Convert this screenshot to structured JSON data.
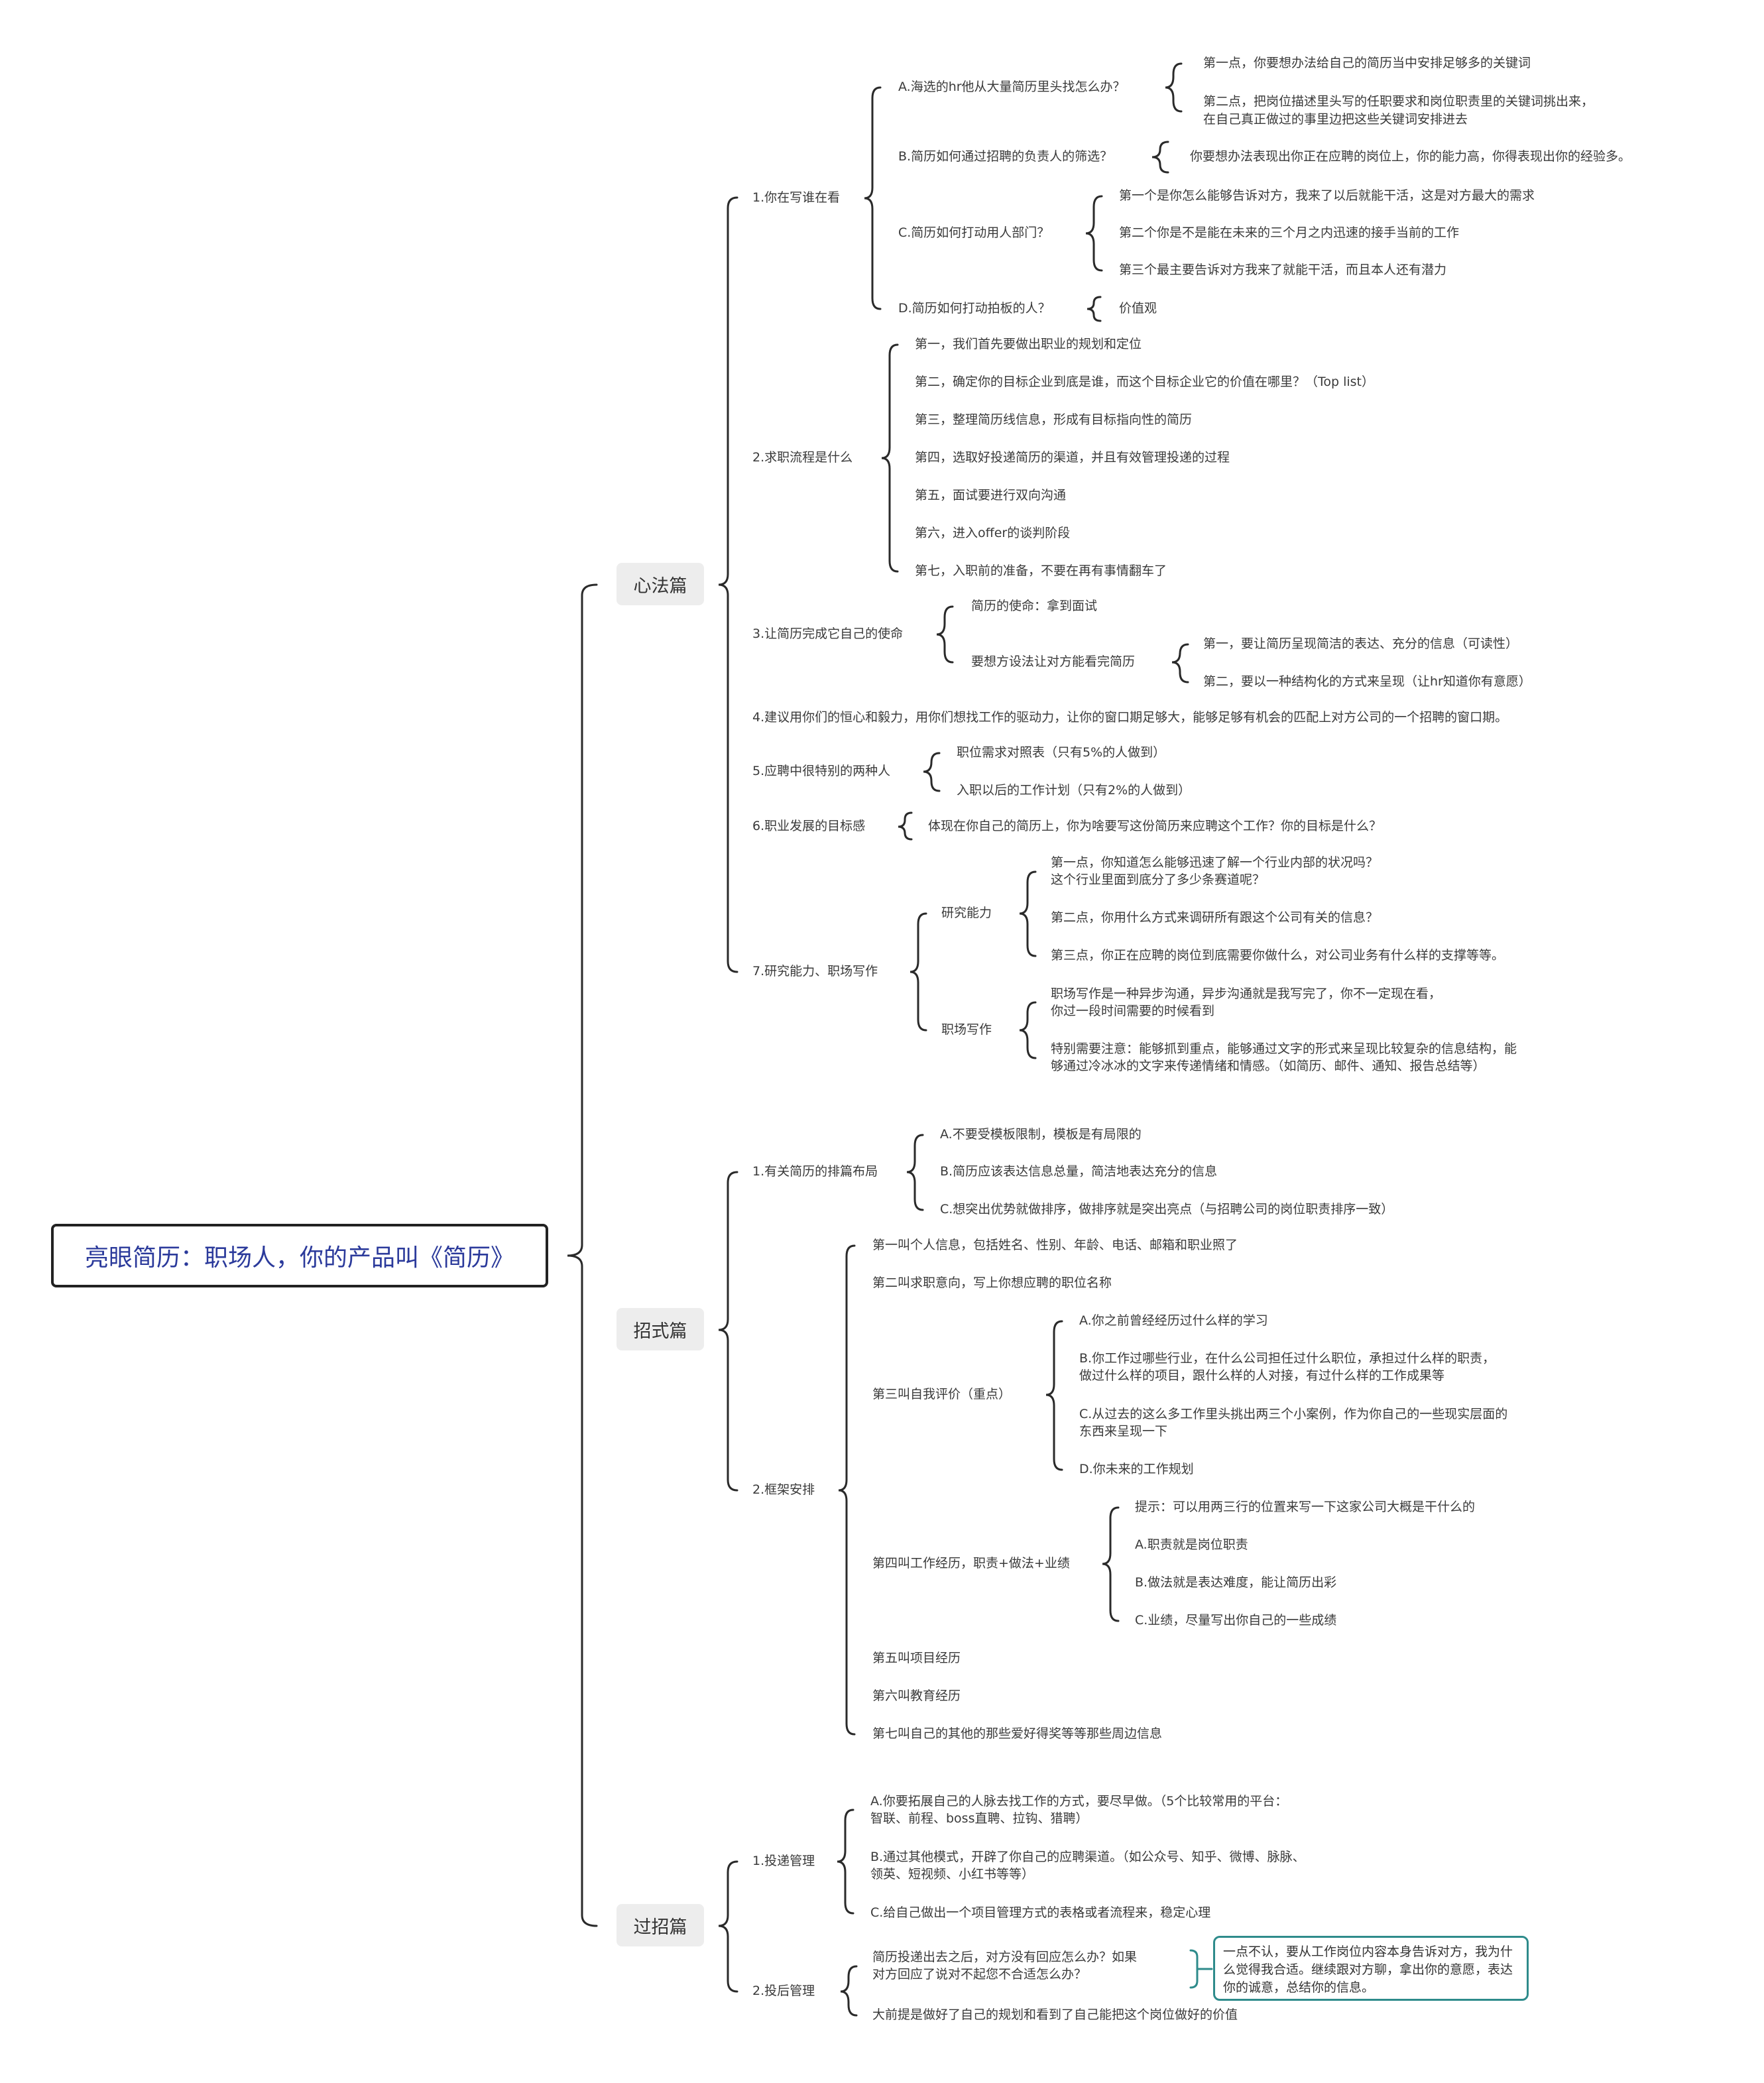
{
  "root": "亮眼简历：职场人，你的产品叫《简历》",
  "sections": [
    "心法篇",
    "招式篇",
    "过招篇"
  ],
  "xf": {
    "i1": "1.你在写谁在看",
    "i1a": "A.海选的hr他从大量简历里头找怎么办？",
    "i1a1": "第一点，你要想办法给自己的简历当中安排足够多的关键词",
    "i1a2a": "第二点，把岗位描述里头写的任职要求和岗位职责里的关键词挑出来，",
    "i1a2b": "在自己真正做过的事里边把这些关键词安排进去",
    "i1b": "B.简历如何通过招聘的负责人的筛选？",
    "i1b1": "你要想办法表现出你正在应聘的岗位上，你的能力高，你得表现出你的经验多。",
    "i1c": "C.简历如何打动用人部门？",
    "i1c1": "第一个是你怎么能够告诉对方，我来了以后就能干活，这是对方最大的需求",
    "i1c2": "第二个你是不是能在未来的三个月之内迅速的接手当前的工作",
    "i1c3": "第三个最主要告诉对方我来了就能干活，而且本人还有潜力",
    "i1d": "D.简历如何打动拍板的人？",
    "i1d1": "价值观",
    "i2": "2.求职流程是什么",
    "i2s": [
      "第一，我们首先要做出职业的规划和定位",
      "第二，确定你的目标企业到底是谁，而这个目标企业它的价值在哪里？（Top list）",
      "第三，整理简历线信息，形成有目标指向性的简历",
      "第四，选取好投递简历的渠道，并且有效管理投递的过程",
      "第五，面试要进行双向沟通",
      "第六，进入offer的谈判阶段",
      "第七，入职前的准备，不要在再有事情翻车了"
    ],
    "i3": "3.让简历完成它自己的使命",
    "i3a": "简历的使命：拿到面试",
    "i3b": "要想方设法让对方能看完简历",
    "i3b1": "第一，要让简历呈现简洁的表达、充分的信息（可读性）",
    "i3b2": "第二，要以一种结构化的方式来呈现（让hr知道你有意愿）",
    "i4": "4.建议用你们的恒心和毅力，用你们想找工作的驱动力，让你的窗口期足够大，能够足够有机会的匹配上对方公司的一个招聘的窗口期。",
    "i5": "5.应聘中很特别的两种人",
    "i5a": "职位需求对照表（只有5%的人做到）",
    "i5b": "入职以后的工作计划（只有2%的人做到）",
    "i6": "6.职业发展的目标感",
    "i6a": "体现在你自己的简历上，你为啥要写这份简历来应聘这个工作？你的目标是什么？",
    "i7": "7.研究能力、职场写作",
    "i7a": "研究能力",
    "i7a1a": "第一点，你知道怎么能够迅速了解一个行业内部的状况吗？",
    "i7a1b": "这个行业里面到底分了多少条赛道呢？",
    "i7a2": "第二点，你用什么方式来调研所有跟这个公司有关的信息？",
    "i7a3": "第三点，你正在应聘的岗位到底需要你做什么，对公司业务有什么样的支撑等等。",
    "i7b": "职场写作",
    "i7b1a": "职场写作是一种异步沟通，异步沟通就是我写完了，你不一定现在看，",
    "i7b1b": "你过一段时间需要的时候看到",
    "i7b2a": "特别需要注意：能够抓到重点，能够通过文字的形式来呈现比较复杂的信息结构，能",
    "i7b2b": "够通过冷冰冰的文字来传递情绪和情感。（如简历、邮件、通知、报告总结等）"
  },
  "zs": {
    "i1": "1.有关简历的排篇布局",
    "i1a": "A.不要受模板限制，模板是有局限的",
    "i1b": "B.简历应该表达信息总量，简洁地表达充分的信息",
    "i1c": "C.想突出优势就做排序，做排序就是突出亮点（与招聘公司的岗位职责排序一致）",
    "i2": "2.框架安排",
    "i2a": "第一叫个人信息，包括姓名、性别、年龄、电话、邮箱和职业照了",
    "i2b": "第二叫求职意向，写上你想应聘的职位名称",
    "i2c": "第三叫自我评价（重点）",
    "i2c1": "A.你之前曾经经历过什么样的学习",
    "i2c2a": "B.你工作过哪些行业，在什么公司担任过什么职位，承担过什么样的职责，",
    "i2c2b": "做过什么样的项目，跟什么样的人对接，有过什么样的工作成果等",
    "i2c3a": "C.从过去的这么多工作里头挑出两三个小案例，作为你自己的一些现实层面的",
    "i2c3b": "东西来呈现一下",
    "i2c4": "D.你未来的工作规划",
    "i2d": "第四叫工作经历，职责+做法+业绩",
    "i2d1": "提示：可以用两三行的位置来写一下这家公司大概是干什么的",
    "i2d2": "A.职责就是岗位职责",
    "i2d3": "B.做法就是表达难度，能让简历出彩",
    "i2d4": "C.业绩，尽量写出你自己的一些成绩",
    "i2e": "第五叫项目经历",
    "i2f": "第六叫教育经历",
    "i2g": "第七叫自己的其他的那些爱好得奖等等那些周边信息"
  },
  "gz": {
    "i1": "1.投递管理",
    "i1a1": "A.你要拓展自己的人脉去找工作的方式，要尽早做。（5个比较常用的平台：",
    "i1a2": "智联、前程、boss直聘、拉钩、猎聘）",
    "i1b1": "B.通过其他模式，开辟了你自己的应聘渠道。（如公众号、知乎、微博、脉脉、",
    "i1b2": "领英、短视频、小红书等等）",
    "i1c": "C.给自己做出一个项目管理方式的表格或者流程来，稳定心理",
    "i2": "2.投后管理",
    "i2a1": "简历投递出去之后，对方没有回应怎么办？如果",
    "i2a2": "对方回应了说对不起您不合适怎么办？",
    "i2a_note": "一点不认，要从工作岗位内容本身告诉对方，我为什么觉得我合适。继续跟对方聊，拿出你的意愿，表达你的诚意，总结你的信息。",
    "i2b": "大前提是做好了自己的规划和看到了自己能把这个岗位做好的价值"
  }
}
